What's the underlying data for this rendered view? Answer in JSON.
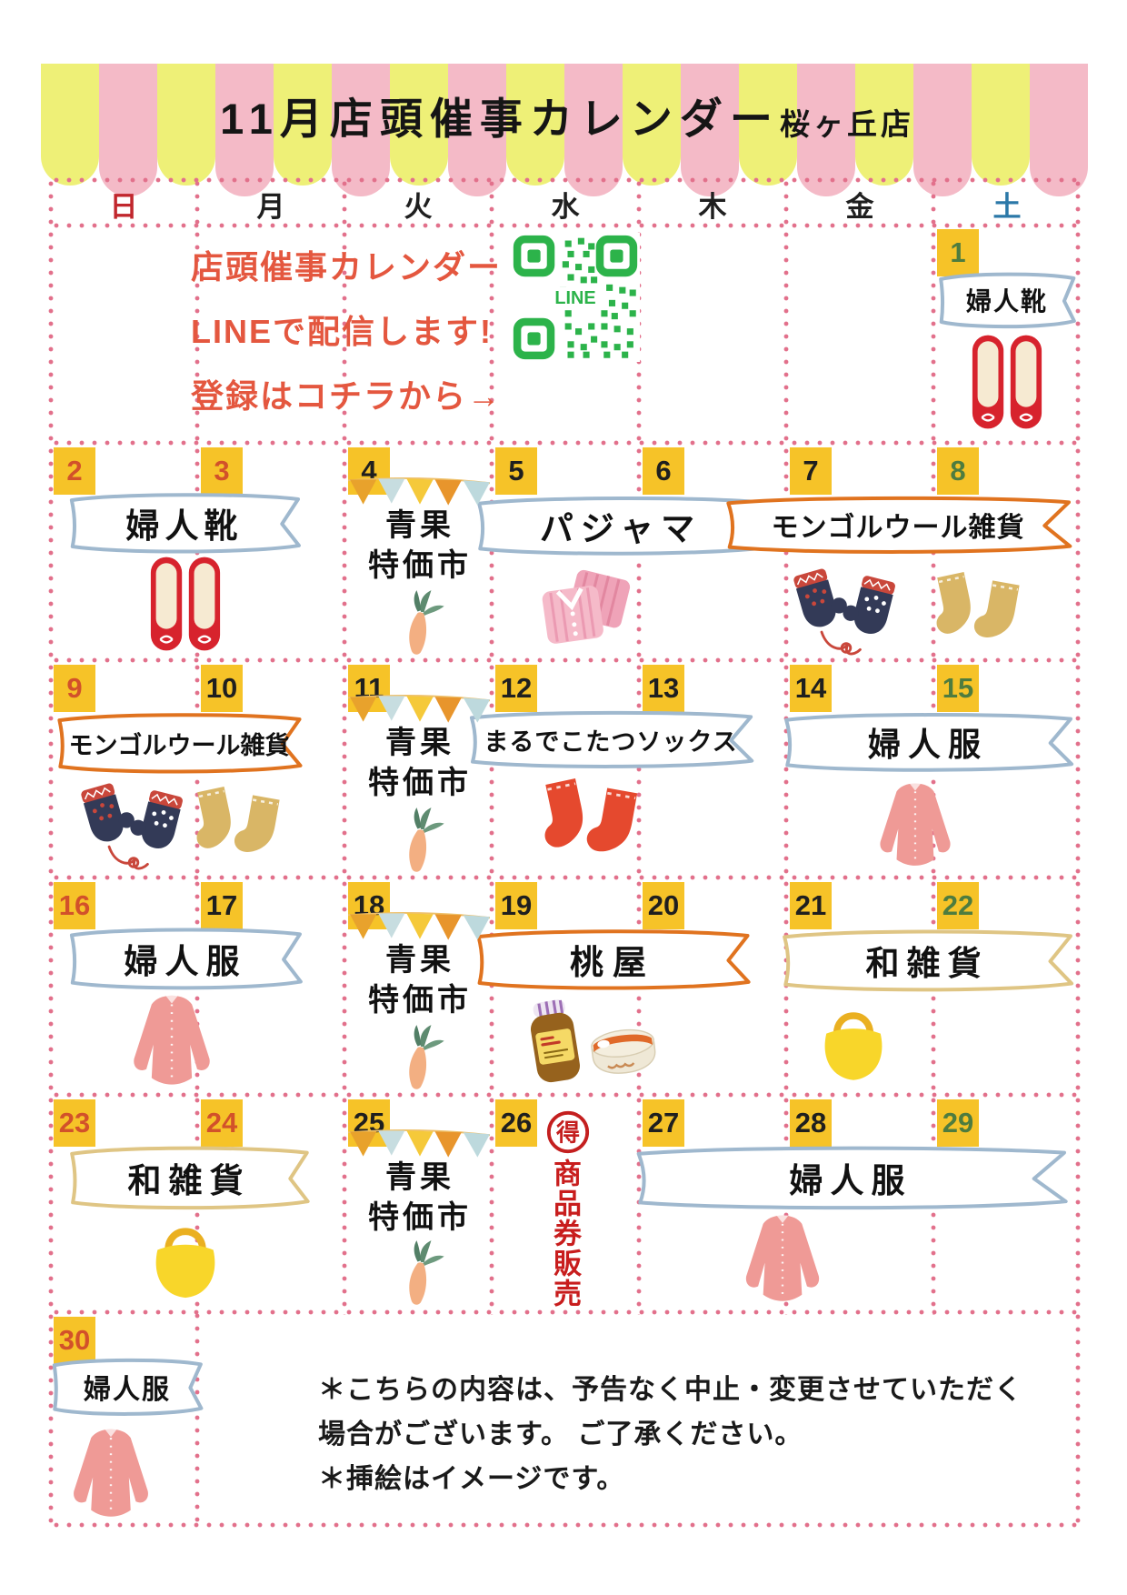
{
  "header": {
    "title": "11月店頭催事カレンダー",
    "store": "桜ヶ丘店"
  },
  "weekdays": [
    {
      "label": "日",
      "color": "#c1272d"
    },
    {
      "label": "月",
      "color": "#1f1f1f"
    },
    {
      "label": "火",
      "color": "#1f1f1f"
    },
    {
      "label": "水",
      "color": "#1f1f1f"
    },
    {
      "label": "木",
      "color": "#1f1f1f"
    },
    {
      "label": "金",
      "color": "#1f1f1f"
    },
    {
      "label": "土",
      "color": "#2b78a8"
    }
  ],
  "promo": {
    "line1": "店頭催事カレンダー",
    "line2": "LINEで配信します!",
    "line3": "登録はコチラから→",
    "qr_text": "LINE"
  },
  "days": [
    {
      "n": "1",
      "type": "sat"
    },
    {
      "n": "2",
      "type": "sun"
    },
    {
      "n": "3",
      "type": "holiday"
    },
    {
      "n": "4",
      "type": "weekday"
    },
    {
      "n": "5",
      "type": "weekday"
    },
    {
      "n": "6",
      "type": "weekday"
    },
    {
      "n": "7",
      "type": "weekday"
    },
    {
      "n": "8",
      "type": "sat"
    },
    {
      "n": "9",
      "type": "sun"
    },
    {
      "n": "10",
      "type": "weekday"
    },
    {
      "n": "11",
      "type": "weekday"
    },
    {
      "n": "12",
      "type": "weekday"
    },
    {
      "n": "13",
      "type": "weekday"
    },
    {
      "n": "14",
      "type": "weekday"
    },
    {
      "n": "15",
      "type": "sat"
    },
    {
      "n": "16",
      "type": "sun"
    },
    {
      "n": "17",
      "type": "weekday"
    },
    {
      "n": "18",
      "type": "weekday"
    },
    {
      "n": "19",
      "type": "weekday"
    },
    {
      "n": "20",
      "type": "weekday"
    },
    {
      "n": "21",
      "type": "weekday"
    },
    {
      "n": "22",
      "type": "sat"
    },
    {
      "n": "23",
      "type": "sun"
    },
    {
      "n": "24",
      "type": "holiday"
    },
    {
      "n": "25",
      "type": "weekday"
    },
    {
      "n": "26",
      "type": "weekday"
    },
    {
      "n": "27",
      "type": "weekday"
    },
    {
      "n": "28",
      "type": "weekday"
    },
    {
      "n": "29",
      "type": "sat"
    },
    {
      "n": "30",
      "type": "sun"
    }
  ],
  "events": [
    {
      "dates": "1",
      "label": "婦人靴"
    },
    {
      "dates": "2-3",
      "label": "婦人靴"
    },
    {
      "dates": "4",
      "label": "青果特価市",
      "line1": "青果",
      "line2": "特価市"
    },
    {
      "dates": "5-6",
      "label": "パジャマ"
    },
    {
      "dates": "7-8",
      "label": "モンゴルウール雑貨"
    },
    {
      "dates": "9-10",
      "label": "モンゴルウール雑貨"
    },
    {
      "dates": "11",
      "label": "青果特価市",
      "line1": "青果",
      "line2": "特価市"
    },
    {
      "dates": "12-13",
      "label": "まるでこたつソックス"
    },
    {
      "dates": "14-15",
      "label": "婦人服"
    },
    {
      "dates": "16-17",
      "label": "婦人服"
    },
    {
      "dates": "18",
      "label": "青果特価市",
      "line1": "青果",
      "line2": "特価市"
    },
    {
      "dates": "19-20",
      "label": "桃屋"
    },
    {
      "dates": "21-22",
      "label": "和雑貨"
    },
    {
      "dates": "23-24",
      "label": "和雑貨"
    },
    {
      "dates": "25",
      "label": "青果特価市",
      "line1": "青果",
      "line2": "特価市"
    },
    {
      "dates": "26",
      "badge": "得",
      "label": "商品券販売"
    },
    {
      "dates": "27-29",
      "label": "婦人服"
    },
    {
      "dates": "30",
      "label": "婦人服"
    }
  ],
  "notes": {
    "line1": "＊こちらの内容は、予告なく中止・変更させていただく",
    "line2": "場合がございます。 ご了承ください。",
    "line3": "＊挿絵はイメージです。"
  },
  "colors": {
    "awning_yellow": "#eef077",
    "awning_pink": "#f4bac7",
    "grid_dot": "#e2708b",
    "date_square": "#f6c328",
    "sunday_holiday_number": "#d2512a",
    "saturday_number": "#4e7c3f",
    "weekday_number": "#1f1f1f",
    "banner_blue": "#9fb8ce",
    "banner_orange": "#e0731f",
    "banner_tan": "#dfc584",
    "promo_red": "#e4573f",
    "line_green": "#2cb34a",
    "coupon_red": "#c81d1d"
  }
}
